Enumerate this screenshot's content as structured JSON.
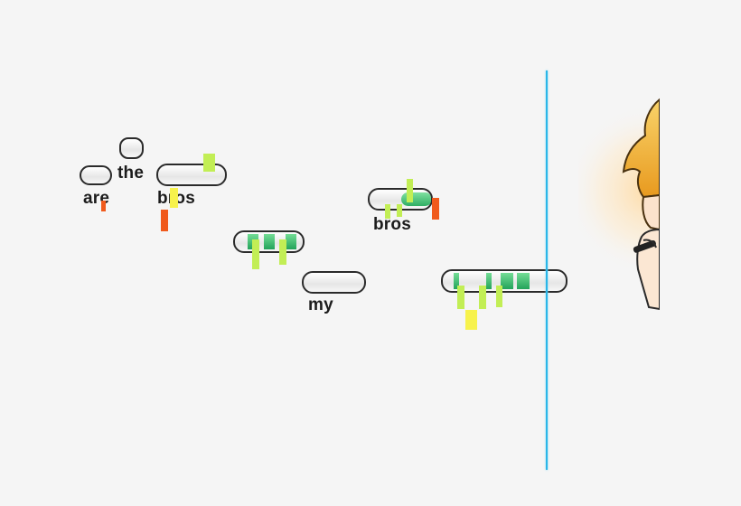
{
  "lyrics": {
    "are": "are",
    "the": "the",
    "bros_1": "bros",
    "bros_2": "bros",
    "my": "my"
  },
  "colors": {
    "note_fill": "#2fae63",
    "hit_line": "#2ab6e8",
    "pitch_green": "#b6ee4a",
    "pitch_yellow": "#f5f24a",
    "pitch_red": "#f05a1c",
    "character_hair": "#f2b63a"
  },
  "character": {
    "icon": "anime-character-icon"
  }
}
